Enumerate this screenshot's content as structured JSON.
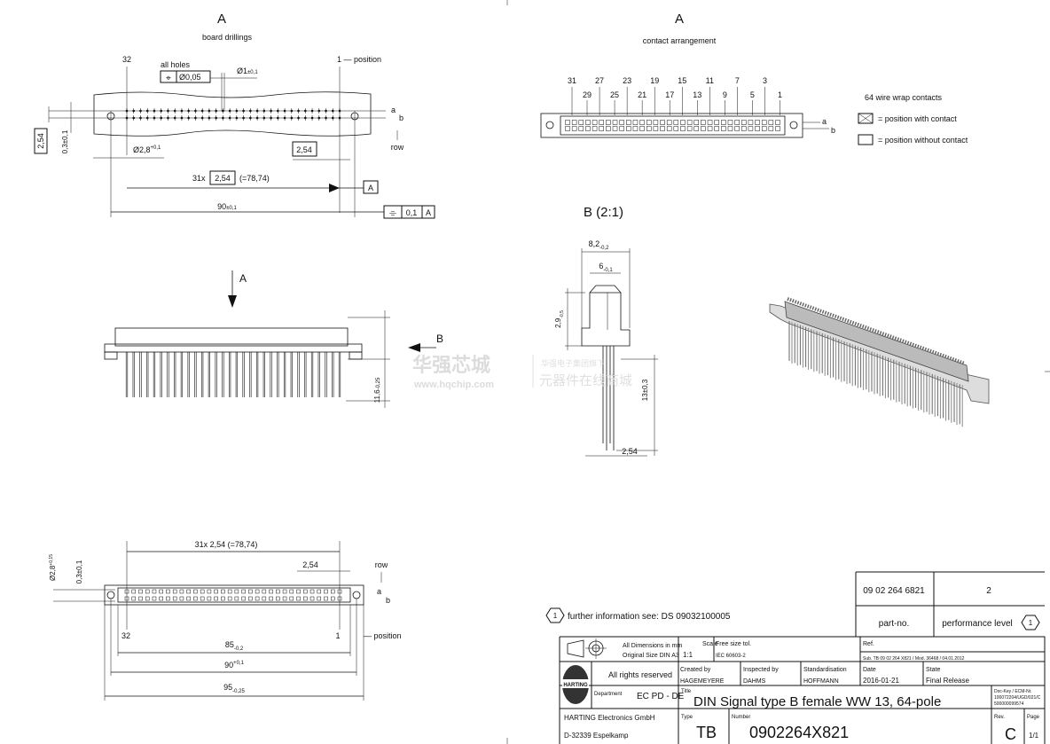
{
  "view_a_board": {
    "title": "A",
    "subtitle": "board drillings",
    "label_32": "32",
    "label_1_position": "1 — position",
    "all_holes": "all holes",
    "position_tol_symbol": "⌖",
    "position_tol_value": "Ø0,05",
    "hole_dia": "Ø1",
    "hole_dia_tol": "±0,1",
    "row_pitch_box": "2,54",
    "row_offset": "0,3±0,1",
    "mount_dia": "Ø2,8",
    "mount_dia_tol": "+0,1",
    "pitch_box": "2,54",
    "row_a": "a",
    "row_b": "b",
    "row_label": "row",
    "span_prefix": "31x",
    "span_box": "2,54",
    "span_total": "(=78,74)",
    "datum": "A",
    "width": "90",
    "width_tol": "±0,1",
    "flatness_symbol": "⌯",
    "flatness_value": "0,1",
    "flatness_datum": "A"
  },
  "side_view": {
    "arrow_a": "A",
    "arrow_b": "B",
    "height": "11,6",
    "height_tol": "-0,25"
  },
  "bottom_view": {
    "span": "31x 2,54 (=78,74)",
    "pitch": "2,54",
    "mount_dia": "Ø2,8",
    "mount_dia_tol": "+0,15",
    "row_offset": "0,3±0,1",
    "row_label": "row",
    "row_a": "a",
    "row_b": "b",
    "label_32": "32",
    "label_1": "1",
    "position": "— position",
    "dim_85": "85",
    "dim_85_tol": "-0,2",
    "dim_90": "90",
    "dim_90_tol": "+0,1",
    "dim_95": "95",
    "dim_95_tol": "-0,25"
  },
  "contact_view": {
    "title": "A",
    "subtitle": "contact arrangement",
    "top_numbers": [
      "31",
      "27",
      "23",
      "19",
      "15",
      "11",
      "7",
      "3"
    ],
    "bottom_numbers": [
      "29",
      "25",
      "21",
      "17",
      "13",
      "9",
      "5",
      "1"
    ],
    "row_a": "a",
    "row_b": "b",
    "legend_title": "64 wire wrap contacts",
    "legend_with": "= position with contact",
    "legend_without": "= position without contact"
  },
  "detail_b": {
    "title": "B (2:1)",
    "width_outer": "8,2",
    "width_outer_tol": "-0,2",
    "width_inner": "6",
    "width_inner_tol": "-0,1",
    "height_top": "2,9",
    "height_top_tol": "-0,5",
    "pin_length": "13±0,3",
    "pin_pitch": "2,54"
  },
  "watermark": {
    "brand_cn": "华强芯城",
    "url": "www.hqchip.com",
    "group_cn": "华强电子集团旗下",
    "slogan_cn": "元器件在线商城"
  },
  "note": {
    "ref_num": "1",
    "text": "further information see: DS 09032100005"
  },
  "part_box": {
    "part_no": "09 02 264 6821",
    "performance_level": "2",
    "part_no_label": "part-no.",
    "performance_label": "performance level",
    "performance_ref": "1"
  },
  "title_block": {
    "dims_note": "All Dimensions in mm",
    "original_size": "Original Size DIN A3",
    "scale_label": "Scale",
    "scale": "1:1",
    "free_tol_label": "Free size tol.",
    "free_tol": "IEC 60603-2",
    "ref_label": "Ref.",
    "ref_sub": "Sub. TB 09 02 264 X821  /  Mod. 36468  /  04.01.2012",
    "rights": "All rights reserved",
    "logo_text": "HARTING",
    "department_label": "Department",
    "department": "EC PD - DE",
    "company": "HARTING Electronics GmbH",
    "address": "D-32339 Espelkamp",
    "created_label": "Created by",
    "created": "HAGEMEYERE",
    "inspected_label": "Inspected by",
    "inspected": "DAHMS",
    "standard_label": "Standardisation",
    "standard": "HOFFMANN",
    "date_label": "Date",
    "date": "2016-01-21",
    "state_label": "State",
    "state": "Final Release",
    "title_label": "Title",
    "title": "DIN Signal type B female WW 13, 64-pole",
    "dockey_label": "Doc-Key / ECM-Nr.",
    "dockey_1": "100072204/UGD/021/C",
    "dockey_2": "500000099574",
    "type_label": "Type",
    "type": "TB",
    "number_label": "Number",
    "number": "0902264X821",
    "rev_label": "Rev.",
    "rev": "C",
    "page_label": "Page",
    "page": "1/1"
  }
}
